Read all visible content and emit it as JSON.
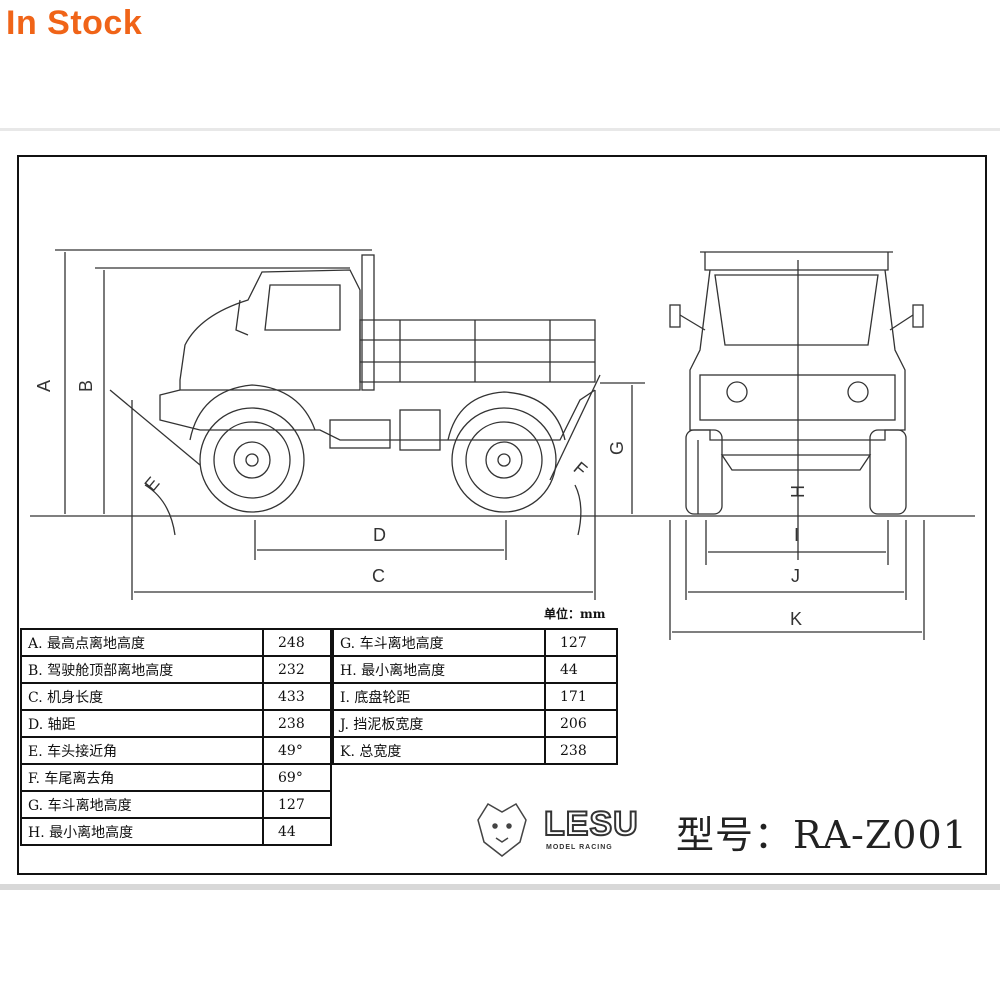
{
  "header": {
    "stock_label": "In Stock"
  },
  "dimension_letters": {
    "A": "A",
    "B": "B",
    "C": "C",
    "D": "D",
    "E": "E",
    "F": "F",
    "G": "G",
    "H": "H",
    "I": "I",
    "J": "J",
    "K": "K"
  },
  "unit_label": "单位：mm",
  "spec_left": [
    {
      "label": "A. 最高点离地高度",
      "value": "248"
    },
    {
      "label": "B. 驾驶舱顶部离地高度",
      "value": "232"
    },
    {
      "label": "C. 机身长度",
      "value": "433"
    },
    {
      "label": "D. 轴距",
      "value": "238"
    },
    {
      "label": "E. 车头接近角",
      "value": "49°"
    },
    {
      "label": "F. 车尾离去角",
      "value": "69°"
    },
    {
      "label": "G. 车斗离地高度",
      "value": "127"
    },
    {
      "label": "H. 最小离地高度",
      "value": "44"
    }
  ],
  "spec_right": [
    {
      "label": "G. 车斗离地高度",
      "value": "127"
    },
    {
      "label": "H. 最小离地高度",
      "value": "44"
    },
    {
      "label": "I. 底盘轮距",
      "value": "171"
    },
    {
      "label": "J. 挡泥板宽度",
      "value": "206"
    },
    {
      "label": "K. 总宽度",
      "value": "238"
    }
  ],
  "brand": {
    "name": "LESU",
    "subtitle": "MODEL RACING"
  },
  "model_label": "型号：RA-Z001"
}
